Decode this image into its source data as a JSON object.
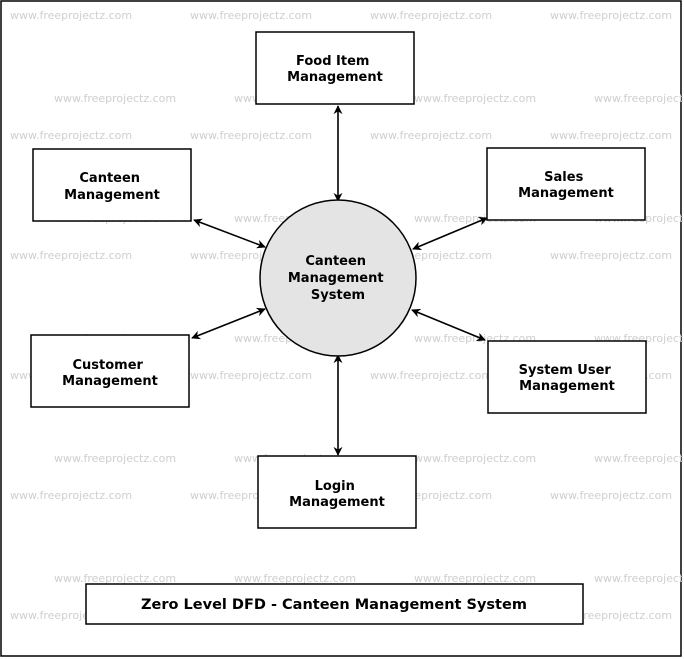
{
  "watermark_text": "www.freeprojectz.com",
  "center_process": {
    "lines": [
      "Canteen",
      "Management",
      "System"
    ]
  },
  "entities": [
    {
      "id": "food-item-management",
      "lines": [
        "Food Item",
        "Management"
      ]
    },
    {
      "id": "canteen-management",
      "lines": [
        "Canteen",
        "Management"
      ]
    },
    {
      "id": "sales-management",
      "lines": [
        "Sales",
        "Management"
      ]
    },
    {
      "id": "customer-management",
      "lines": [
        "Customer",
        "Management"
      ]
    },
    {
      "id": "system-user-management",
      "lines": [
        "System User",
        "Management"
      ]
    },
    {
      "id": "login-management",
      "lines": [
        "Login",
        "Management"
      ]
    }
  ],
  "title": "Zero Level DFD - Canteen Management System",
  "colors": {
    "process_fill": "#e4e4e4",
    "stroke": "#000000",
    "watermark": "#cfcfcf"
  }
}
